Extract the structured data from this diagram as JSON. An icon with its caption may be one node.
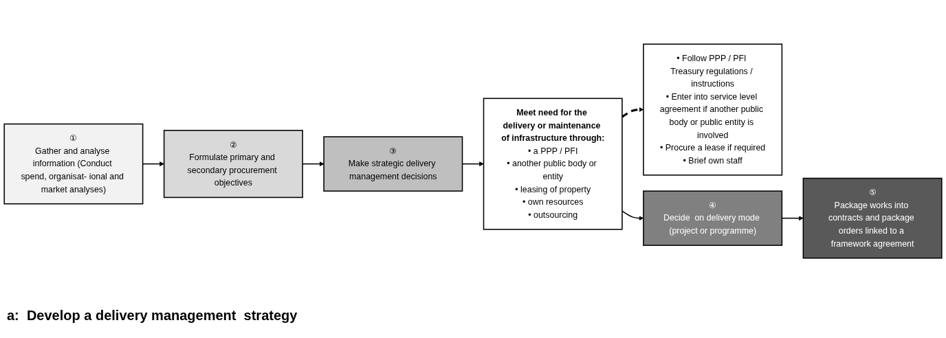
{
  "diagram": {
    "caption": "a:  Develop a delivery management  strategy",
    "nodes": [
      {
        "text": [
          "①",
          "Gather and analyse information (Conduct spend, organisat- ional and market analyses)"
        ]
      },
      {
        "text": [
          "②",
          "Formulate primary and secondary procurement objectives"
        ]
      },
      {
        "text": [
          "③",
          "Make strategic delivery management decisions"
        ]
      },
      {
        "text": [
          "Meet need for the delivery or maintenance of infrastructure through:",
          "• a PPP / PFI",
          "• another public body or entity",
          "• leasing of property",
          "• own resources",
          "• outsourcing"
        ]
      },
      {
        "text": [
          "• Follow PPP / PFI Treasury regulations / instructions",
          "• Enter into service level agreement if another public body or public entity is involved",
          "• Procure a lease if required",
          "• Brief own staff"
        ]
      },
      {
        "text": [
          "④",
          "Decide  on delivery mode (project or programme)"
        ]
      },
      {
        "text": [
          "⑤",
          "Package works into contracts and package orders linked to a framework agreement"
        ]
      }
    ],
    "edges": [
      {
        "from": 0,
        "to": 1,
        "arrow": "to"
      },
      {
        "from": 1,
        "to": 2,
        "arrow": "to"
      },
      {
        "from": 2,
        "to": 3,
        "arrow": "to"
      },
      {
        "from": 3,
        "to": 4,
        "arrow": "to",
        "style": "dashed"
      },
      {
        "from": 3,
        "to": 5,
        "arrow": "to"
      },
      {
        "from": 5,
        "to": 6,
        "arrow": "to"
      }
    ]
  }
}
